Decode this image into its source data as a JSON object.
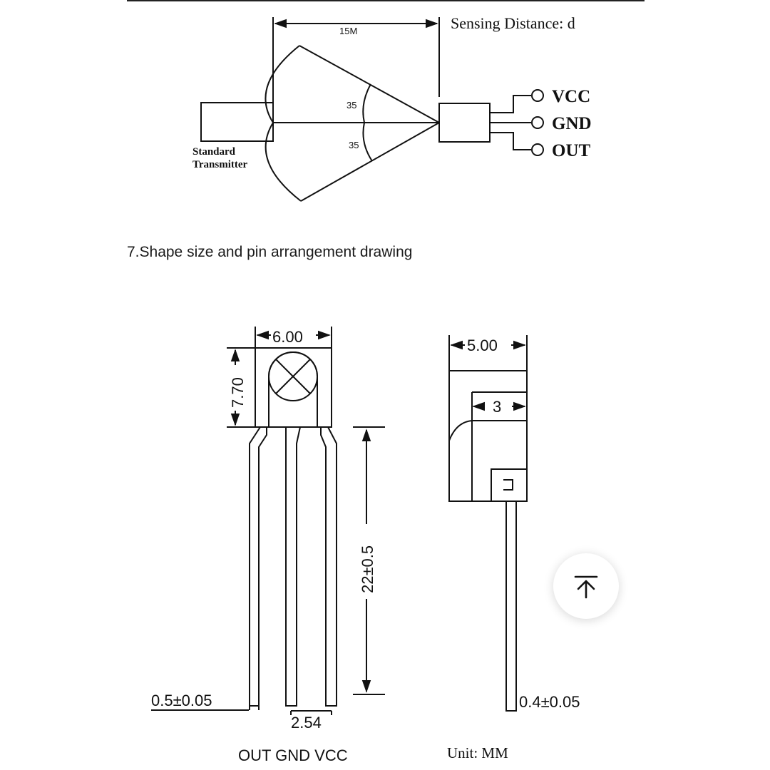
{
  "diagram": {
    "distance_label": "15M",
    "sensing_label": "Sensing Distance: d",
    "angle_upper": "35",
    "angle_lower": "35",
    "transmitter_line1": "Standard",
    "transmitter_line2": "Transmitter",
    "pins": [
      "VCC",
      "GND",
      "OUT"
    ]
  },
  "section": {
    "heading": "7.Shape size and pin arrangement drawing"
  },
  "drawing": {
    "width_front": "6.00",
    "height_front": "7.70",
    "width_side": "5.00",
    "side_depth": "3",
    "lead_length": "22±0.5",
    "lead_width": "0.5±0.05",
    "lead_thickness": "0.4±0.05",
    "pitch": "2.54",
    "pin_order": "OUT GND VCC",
    "unit": "Unit: MM"
  },
  "fab": {
    "icon": "arrow-up-to-top-icon"
  }
}
